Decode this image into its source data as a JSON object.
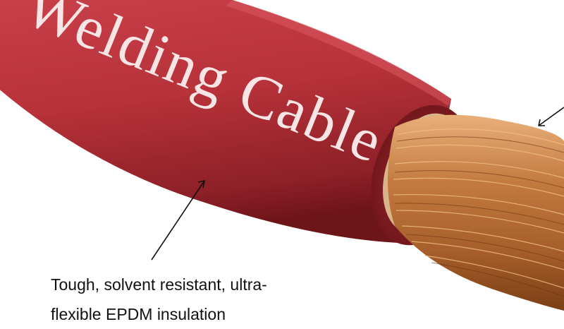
{
  "image": {
    "subject": "red-welding-cable-cutaway-photo",
    "print_text": "Welding Cable",
    "colors": {
      "jacket": "#b8323a",
      "jacket_dark": "#7a1a20",
      "jacket_light": "#d85a60",
      "print": "#f7e4e4",
      "copper": "#c27a3e",
      "copper_light": "#e9b07a",
      "copper_dark": "#7a3f16",
      "background": "#ffffff"
    }
  },
  "callouts": {
    "insulation": {
      "line1": "Tough, solvent resistant, ultra-",
      "line2": "flexible EPDM insulation"
    },
    "conductor": {
      "line1": "",
      "line2": ""
    }
  }
}
